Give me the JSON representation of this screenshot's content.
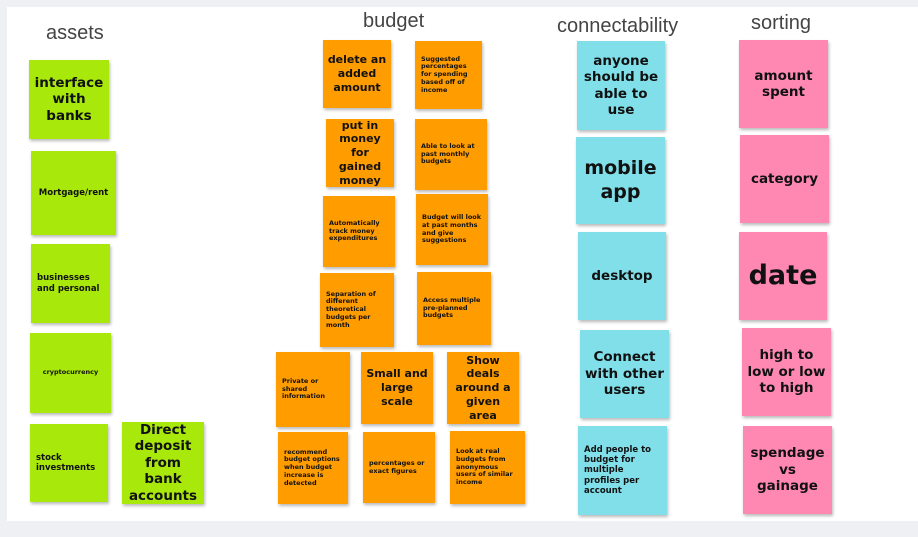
{
  "columns": {
    "assets": "assets",
    "budget": "budget",
    "connectability": "connectability",
    "sorting": "sorting"
  },
  "notes": {
    "interface_banks": "interface with banks",
    "mortgage": "Mortgage/rent",
    "businesses": "businesses and personal",
    "crypto": "cryptocurrency",
    "stock": "stock investments",
    "direct_deposit": "Direct deposit from bank accounts",
    "delete_amount": "delete an added amount",
    "suggested_pct": "Suggested percentages for spending based off of income",
    "put_in_money": "put in money for gained money",
    "past_monthly": "Able to look at past monthly budgets",
    "auto_track": "Automatically track money expenditures",
    "budget_will_look": "Budget will look at past months and give suggestions",
    "separation": "Separation of different theoretical budgets per month",
    "access_multiple": "Access multiple pre-planned budgets",
    "private_info": "Private or shared information",
    "small_large": "Small and large scale",
    "show_deals": "Show deals around a given area",
    "recommend": "recommend budget options when budget increase is detected",
    "percentages": "percentages or exact figures",
    "real_budgets": "Look at real budgets from anonymous users of similar income",
    "anyone_use": "anyone should be able to use",
    "mobile_app": "mobile app",
    "desktop": "desktop",
    "connect_users": "Connect with other users",
    "add_people": "Add people to budget for multiple profiles per account",
    "amount_spent": "amount spent",
    "category": "category",
    "date": "date",
    "high_low": "high to low or low to high",
    "spendage": "spendage vs gainage"
  },
  "colors": {
    "green": "#a8e80a",
    "orange": "#ff9c00",
    "cyan": "#80dfe9",
    "pink": "#ff88b2"
  }
}
